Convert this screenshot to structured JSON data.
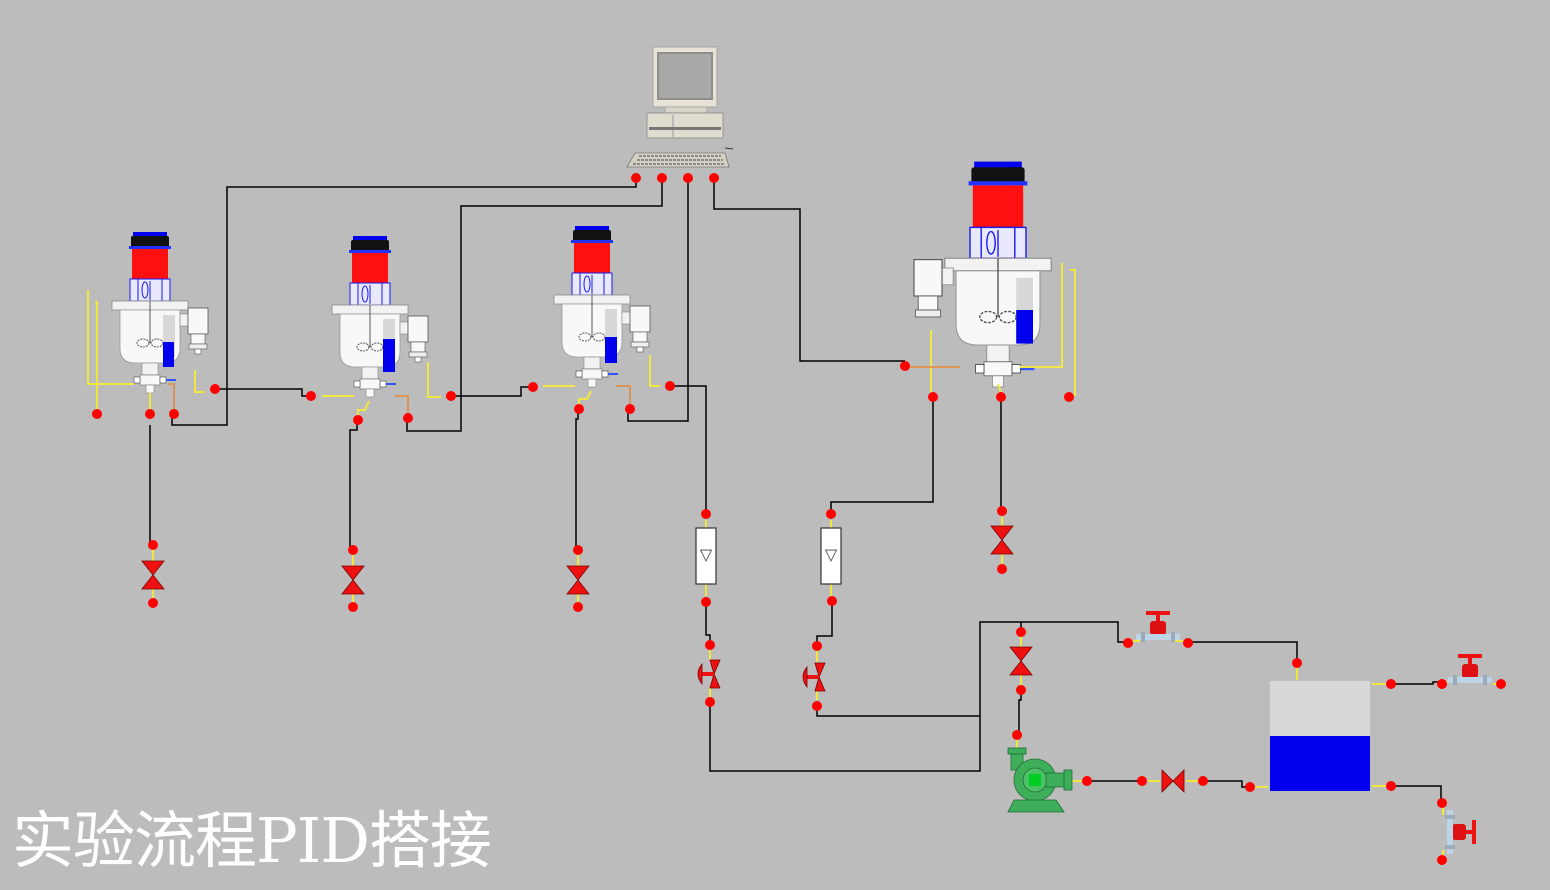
{
  "title": "实验流程PID搭接",
  "colors": {
    "background": "#bcbcbc",
    "wire": "#000000",
    "pipe": "#f0e840",
    "pipe_hot": "#e0904a",
    "port": "#ff0000",
    "valve": "#ee1111",
    "liquid": "#0000ee",
    "motor": "#ff1010",
    "pump": "#3fae5a",
    "tank_empty": "#d8d8d8"
  },
  "diagram": {
    "computer": {
      "label": "computer",
      "ports": 4
    },
    "reactors": [
      {
        "id": "reactor-1",
        "level": 0.45
      },
      {
        "id": "reactor-2",
        "level": 0.55
      },
      {
        "id": "reactor-3",
        "level": 0.45
      },
      {
        "id": "reactor-4",
        "level": 0.45
      }
    ],
    "drain_valves": [
      {
        "id": "drain-valve-1"
      },
      {
        "id": "drain-valve-2"
      },
      {
        "id": "drain-valve-3"
      },
      {
        "id": "drain-valve-4"
      }
    ],
    "flowmeters": [
      {
        "id": "flowmeter-1",
        "symbol": "▽"
      },
      {
        "id": "flowmeter-2",
        "symbol": "▽"
      }
    ],
    "control_valves": [
      {
        "id": "control-valve-1"
      },
      {
        "id": "control-valve-2"
      }
    ],
    "pump": {
      "id": "centrifugal-pump"
    },
    "tank": {
      "id": "storage-tank",
      "level": 0.5
    },
    "globe_valves": [
      {
        "id": "globe-valve-top"
      },
      {
        "id": "globe-valve-right"
      },
      {
        "id": "globe-valve-bottom"
      }
    ],
    "pump_valves": [
      {
        "id": "pump-discharge-valve"
      },
      {
        "id": "pump-suction-valve"
      }
    ]
  }
}
